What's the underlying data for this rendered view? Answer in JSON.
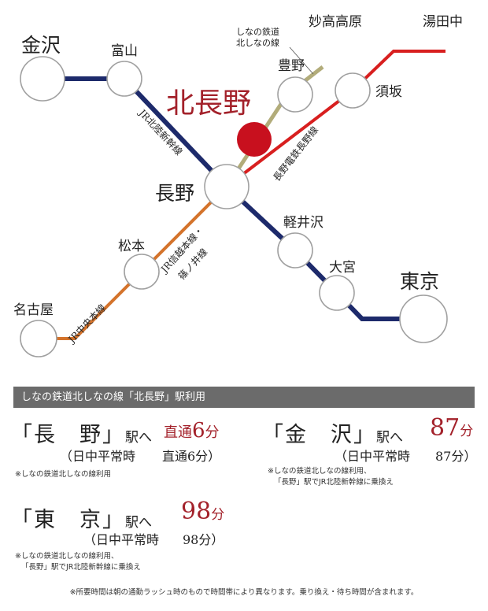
{
  "map": {
    "stations": {
      "kanazawa": "金沢",
      "toyama": "富山",
      "myokokogen": "妙高高原",
      "yudanaka": "湯田中",
      "toyono": "豊野",
      "suzaka": "須坂",
      "kitanagano": "北長野",
      "nagano": "長野",
      "matsumoto": "松本",
      "nagoya": "名古屋",
      "karuizawa": "軽井沢",
      "omiya": "大宮",
      "tokyo": "東京"
    },
    "lines": {
      "hokuriku": "JR北陸新幹線",
      "shinano_1": "しなの鉄道",
      "shinano_2": "北しなの線",
      "nagaden": "長野電鉄長野線",
      "shinetsu_1": "JR信越本線・",
      "shinetsu_2": "篠ノ井線",
      "chuo": "JR中央本線"
    },
    "colors": {
      "hokuriku": "#1d2a6b",
      "shinano": "#b2ac7a",
      "nagaden": "#d81f1f",
      "shinetsu": "#d4732b",
      "highlight": "#c8101e"
    }
  },
  "banner": "しなの鉄道北しなの線「北長野」駅利用",
  "routes": {
    "nagano": {
      "dest": "「長　野」",
      "he": "駅へ",
      "type": "直通",
      "minutes": "6",
      "unit": "分",
      "daytime_label": "（日中平常時",
      "daytime_value": "直通6分）",
      "note": "※しなの鉄道北しなの線利用"
    },
    "kanazawa": {
      "dest": "「金　沢」",
      "he": "駅へ",
      "minutes": "87",
      "unit": "分",
      "daytime_label": "（日中平常時",
      "daytime_value": "87分）",
      "note_1": "※しなの鉄道北しなの線利用、",
      "note_2": "「長野」駅でJR北陸新幹線に乗換え"
    },
    "tokyo": {
      "dest": "「東　京」",
      "he": "駅へ",
      "minutes": "98",
      "unit": "分",
      "daytime_label": "（日中平常時",
      "daytime_value": "98分）",
      "note_1": "※しなの鉄道北しなの線利用、",
      "note_2": "「長野」駅でJR北陸新幹線に乗換え"
    }
  },
  "footnote": "※所要時間は朝の通勤ラッシュ時のもので時間帯により異なります。乗り換え・待ち時間が含まれます。"
}
